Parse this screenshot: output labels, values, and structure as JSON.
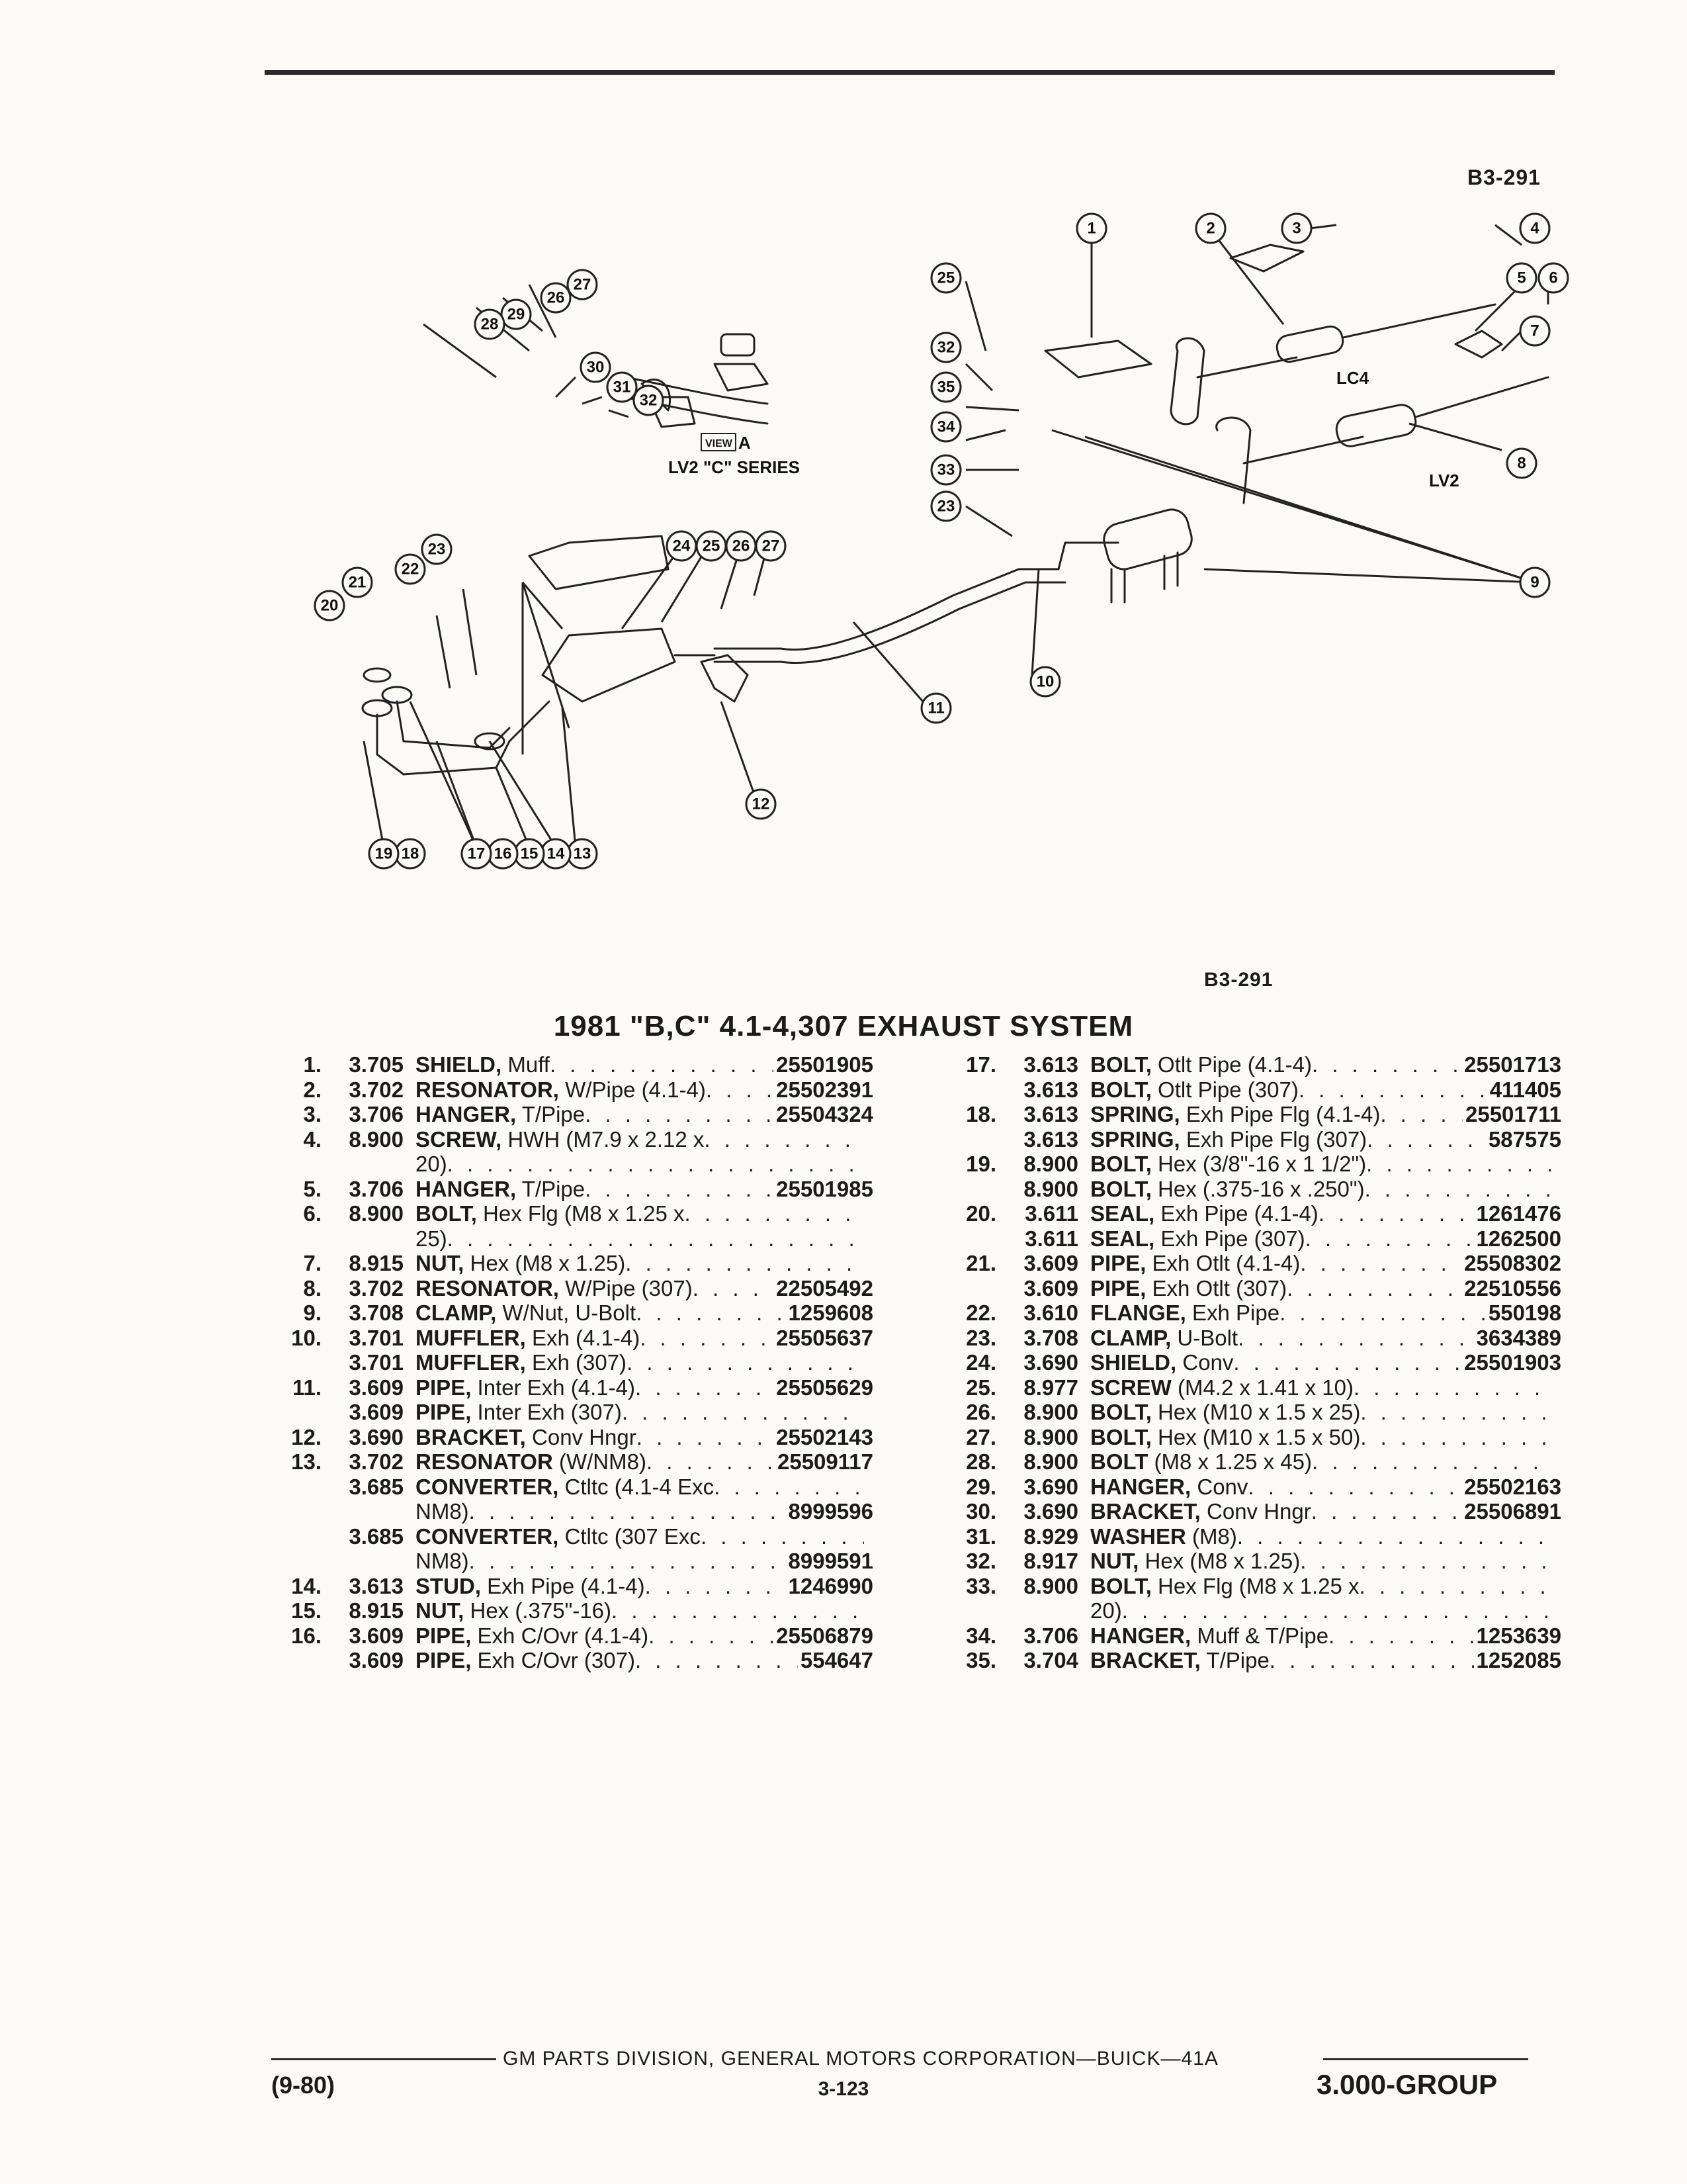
{
  "figure_code_top": "B3-291",
  "figure_code_bottom": "B3-291",
  "diagram": {
    "view_label": "VIEW",
    "view_letter": "A",
    "view_caption": "LV2 \"C\" SERIES",
    "engine_lc4": "LC4",
    "engine_lv2": "LV2",
    "callouts": [
      "1",
      "2",
      "3",
      "4",
      "5",
      "6",
      "7",
      "8",
      "9",
      "10",
      "11",
      "12",
      "13",
      "14",
      "15",
      "16",
      "17",
      "18",
      "19",
      "20",
      "21",
      "22",
      "23",
      "24",
      "25",
      "26",
      "27",
      "28",
      "29",
      "30",
      "31",
      "32",
      "33",
      "34",
      "35"
    ]
  },
  "title": "1981 \"B,C\" 4.1-4,307 EXHAUST SYSTEM",
  "parts_left": [
    {
      "num": "1.",
      "group": "3.705",
      "name": "SHIELD,",
      "detail": " Muff",
      "part": "25501905"
    },
    {
      "num": "2.",
      "group": "3.702",
      "name": "RESONATOR,",
      "detail": " W/Pipe (4.1-4)",
      "part": "25502391"
    },
    {
      "num": "3.",
      "group": "3.706",
      "name": "HANGER,",
      "detail": " T/Pipe",
      "part": "25504324"
    },
    {
      "num": "4.",
      "group": "8.900",
      "name": "SCREW,",
      "detail": " HWH (M7.9 x 2.12 x",
      "part": ""
    },
    {
      "num": "",
      "group": "",
      "name": "",
      "detail": "20)",
      "part": ""
    },
    {
      "num": "5.",
      "group": "3.706",
      "name": "HANGER,",
      "detail": " T/Pipe",
      "part": "25501985"
    },
    {
      "num": "6.",
      "group": "8.900",
      "name": "BOLT,",
      "detail": " Hex Flg (M8 x 1.25 x",
      "part": ""
    },
    {
      "num": "",
      "group": "",
      "name": "",
      "detail": "25)",
      "part": ""
    },
    {
      "num": "7.",
      "group": "8.915",
      "name": "NUT,",
      "detail": " Hex (M8 x 1.25)",
      "part": ""
    },
    {
      "num": "8.",
      "group": "3.702",
      "name": "RESONATOR,",
      "detail": " W/Pipe (307)",
      "part": "22505492"
    },
    {
      "num": "9.",
      "group": "3.708",
      "name": "CLAMP,",
      "detail": " W/Nut, U-Bolt",
      "part": "1259608"
    },
    {
      "num": "10.",
      "group": "3.701",
      "name": "MUFFLER,",
      "detail": " Exh (4.1-4)",
      "part": "25505637"
    },
    {
      "num": "",
      "group": "3.701",
      "name": "MUFFLER,",
      "detail": " Exh (307)",
      "part": ""
    },
    {
      "num": "11.",
      "group": "3.609",
      "name": "PIPE,",
      "detail": " Inter Exh (4.1-4)",
      "part": "25505629"
    },
    {
      "num": "",
      "group": "3.609",
      "name": "PIPE,",
      "detail": " Inter Exh (307)",
      "part": ""
    },
    {
      "num": "12.",
      "group": "3.690",
      "name": "BRACKET,",
      "detail": " Conv Hngr",
      "part": "25502143"
    },
    {
      "num": "13.",
      "group": "3.702",
      "name": "RESONATOR",
      "detail": " (W/NM8)",
      "part": "25509117"
    },
    {
      "num": "",
      "group": "3.685",
      "name": "CONVERTER,",
      "detail": " Ctltc (4.1-4 Exc",
      "part": ""
    },
    {
      "num": "",
      "group": "",
      "name": "",
      "detail": "NM8)",
      "part": "8999596"
    },
    {
      "num": "",
      "group": "3.685",
      "name": "CONVERTER,",
      "detail": " Ctltc (307 Exc",
      "part": ""
    },
    {
      "num": "",
      "group": "",
      "name": "",
      "detail": "NM8)",
      "part": "8999591"
    },
    {
      "num": "14.",
      "group": "3.613",
      "name": "STUD,",
      "detail": " Exh Pipe (4.1-4)",
      "part": "1246990"
    },
    {
      "num": "15.",
      "group": "8.915",
      "name": "NUT,",
      "detail": " Hex (.375\"-16)",
      "part": ""
    },
    {
      "num": "16.",
      "group": "3.609",
      "name": "PIPE,",
      "detail": " Exh C/Ovr (4.1-4)",
      "part": "25506879"
    },
    {
      "num": "",
      "group": "3.609",
      "name": "PIPE,",
      "detail": " Exh C/Ovr (307)",
      "part": "554647"
    }
  ],
  "parts_right": [
    {
      "num": "17.",
      "group": "3.613",
      "name": "BOLT,",
      "detail": " Otlt Pipe (4.1-4)",
      "part": "25501713"
    },
    {
      "num": "",
      "group": "3.613",
      "name": "BOLT,",
      "detail": " Otlt Pipe (307)",
      "part": "411405"
    },
    {
      "num": "18.",
      "group": "3.613",
      "name": "SPRING,",
      "detail": " Exh Pipe Flg (4.1-4)",
      "part": "25501711"
    },
    {
      "num": "",
      "group": "3.613",
      "name": "SPRING,",
      "detail": " Exh Pipe Flg (307)",
      "part": "587575"
    },
    {
      "num": "19.",
      "group": "8.900",
      "name": "BOLT,",
      "detail": " Hex (3/8\"-16 x 1 1/2\")",
      "part": ""
    },
    {
      "num": "",
      "group": "8.900",
      "name": "BOLT,",
      "detail": " Hex (.375-16 x .250\")",
      "part": ""
    },
    {
      "num": "20.",
      "group": "3.611",
      "name": "SEAL,",
      "detail": " Exh Pipe (4.1-4)",
      "part": "1261476"
    },
    {
      "num": "",
      "group": "3.611",
      "name": "SEAL,",
      "detail": " Exh Pipe (307)",
      "part": "1262500"
    },
    {
      "num": "21.",
      "group": "3.609",
      "name": "PIPE,",
      "detail": " Exh Otlt (4.1-4)",
      "part": "25508302"
    },
    {
      "num": "",
      "group": "3.609",
      "name": "PIPE,",
      "detail": " Exh Otlt (307)",
      "part": "22510556"
    },
    {
      "num": "22.",
      "group": "3.610",
      "name": "FLANGE,",
      "detail": " Exh Pipe",
      "part": "550198"
    },
    {
      "num": "23.",
      "group": "3.708",
      "name": "CLAMP,",
      "detail": " U-Bolt",
      "part": "3634389"
    },
    {
      "num": "24.",
      "group": "3.690",
      "name": "SHIELD,",
      "detail": " Conv",
      "part": "25501903"
    },
    {
      "num": "25.",
      "group": "8.977",
      "name": "SCREW",
      "detail": " (M4.2 x 1.41 x 10)",
      "part": ""
    },
    {
      "num": "26.",
      "group": "8.900",
      "name": "BOLT,",
      "detail": " Hex (M10 x 1.5 x 25)",
      "part": ""
    },
    {
      "num": "27.",
      "group": "8.900",
      "name": "BOLT,",
      "detail": " Hex (M10 x 1.5 x 50)",
      "part": ""
    },
    {
      "num": "28.",
      "group": "8.900",
      "name": "BOLT",
      "detail": " (M8 x 1.25 x 45)",
      "part": ""
    },
    {
      "num": "29.",
      "group": "3.690",
      "name": "HANGER,",
      "detail": " Conv",
      "part": "25502163"
    },
    {
      "num": "30.",
      "group": "3.690",
      "name": "BRACKET,",
      "detail": " Conv Hngr",
      "part": "25506891"
    },
    {
      "num": "31.",
      "group": "8.929",
      "name": "WASHER",
      "detail": " (M8)",
      "part": ""
    },
    {
      "num": "32.",
      "group": "8.917",
      "name": "NUT,",
      "detail": " Hex (M8 x 1.25)",
      "part": ""
    },
    {
      "num": "33.",
      "group": "8.900",
      "name": "BOLT,",
      "detail": " Hex Flg (M8 x 1.25 x",
      "part": ""
    },
    {
      "num": "",
      "group": "",
      "name": "",
      "detail": "20)",
      "part": ""
    },
    {
      "num": "34.",
      "group": "3.706",
      "name": "HANGER,",
      "detail": " Muff & T/Pipe",
      "part": "1253639"
    },
    {
      "num": "35.",
      "group": "3.704",
      "name": "BRACKET,",
      "detail": " T/Pipe",
      "part": "1252085"
    }
  ],
  "footer": {
    "center": "GM PARTS DIVISION, GENERAL MOTORS CORPORATION—BUICK—41A",
    "date": "(9-80)",
    "page": "3-123",
    "group": "3.000-GROUP"
  }
}
